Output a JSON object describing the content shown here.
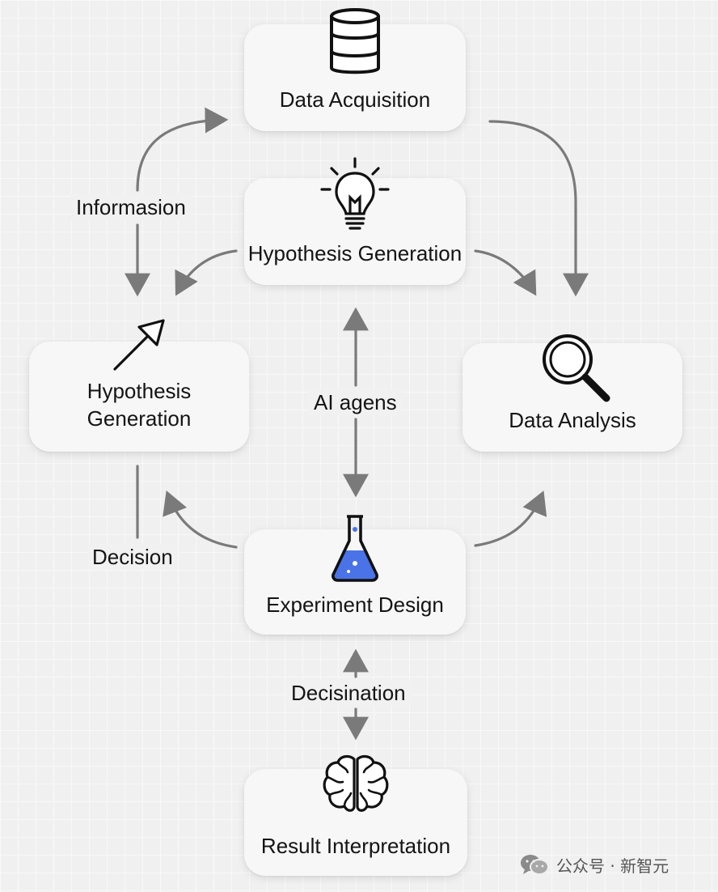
{
  "nodes": {
    "data_acquisition": {
      "label": "Data Acquisition",
      "icon": "database-icon"
    },
    "hypothesis_generation_center": {
      "label": "Hypothesis Generation",
      "icon": "lightbulb-icon"
    },
    "hypothesis_generation_left": {
      "label_line1": "Hypothesis",
      "label_line2": "Generation",
      "icon": "arrow-pointer-icon"
    },
    "data_analysis": {
      "label": "Data Analysis",
      "icon": "magnifier-icon"
    },
    "experiment_design": {
      "label": "Experiment Design",
      "icon": "flask-icon"
    },
    "result_interpretation": {
      "label": "Result Interpretation",
      "icon": "brain-icon"
    }
  },
  "edge_labels": {
    "informasion": "Informasion",
    "ai_agens": "AI agens",
    "decision": "Decision",
    "decisination": "Decisination"
  },
  "watermark": {
    "text": "公众号 · 新智元",
    "icon": "wechat-icon"
  },
  "colors": {
    "arrow": "#7a7a7a",
    "flask_liquid": "#4a73e8",
    "node_bg": "#f7f7f7"
  }
}
